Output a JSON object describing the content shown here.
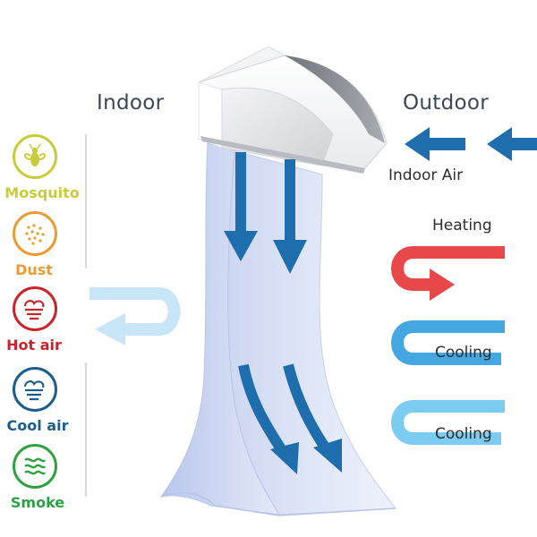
{
  "headings": {
    "indoor": "Indoor",
    "outdoor": "Outdoor"
  },
  "left_items": [
    {
      "label": "Mosquito",
      "icon": "mosquito-icon",
      "color": "#c9cc3a"
    },
    {
      "label": "Dust",
      "icon": "dust-icon",
      "color": "#eb9b31"
    },
    {
      "label": "Hot air",
      "icon": "hot-air-icon",
      "color": "#c9242b"
    },
    {
      "label": "Cool air",
      "icon": "cool-air-icon",
      "color": "#1b5e8c"
    },
    {
      "label": "Smoke",
      "icon": "smoke-icon",
      "color": "#2ea243"
    }
  ],
  "right_items": {
    "indoor_air": "Indoor Air",
    "heating": "Heating",
    "cooling_1": "Cooling",
    "cooling_2": "Cooling"
  },
  "colors": {
    "heading": "#3d4656",
    "arrow_dark": "#1e6dad",
    "arrow_return": "#c8e6f8",
    "heating": "#e8484a",
    "cooling_1": "#44a7e2",
    "cooling_2": "#7ccbf0",
    "curtain": "#dbe2f5",
    "divider": "#d9d9d9"
  }
}
